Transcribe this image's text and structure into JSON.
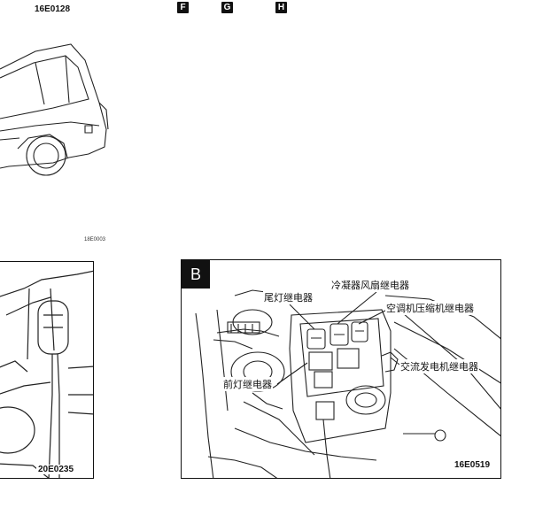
{
  "figures": {
    "top_car": {
      "code": "16E0128"
    },
    "left_detail": {
      "code": "20E0235",
      "small_code": "18E0003"
    },
    "fuse_box": {
      "tag": "B",
      "code": "16E0519",
      "labels": {
        "tail_relay": "尾灯继电器",
        "condenser_fan_relay": "冷凝器风扇继电器",
        "ac_compressor_relay": "空调机压缩机继电器",
        "alternator_relay": "交流发电机继电器",
        "headlamp_relay": "前灯继电器"
      }
    }
  },
  "keys": [
    "F",
    "G",
    "H"
  ]
}
